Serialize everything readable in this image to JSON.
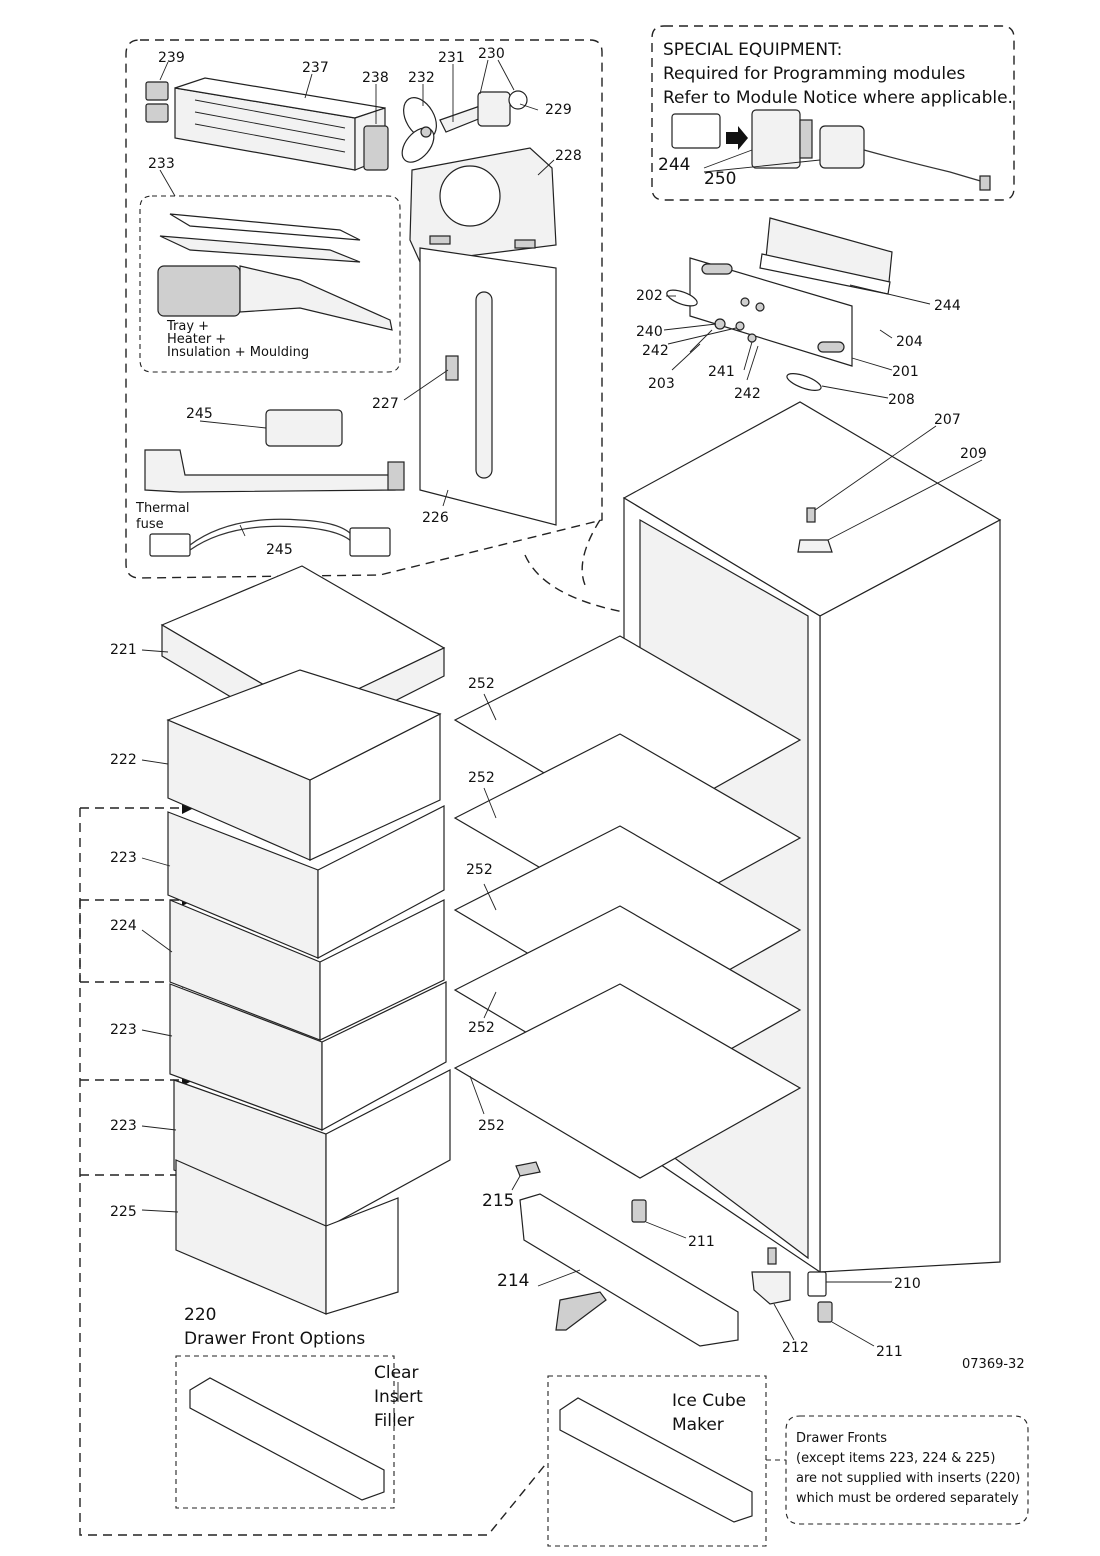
{
  "special_equipment": {
    "title": "SPECIAL EQUIPMENT:",
    "line1": "Required for Programming modules",
    "line2": "Refer to Module Notice where applicable."
  },
  "note_tray": {
    "line1": "Tray +",
    "line2": "Heater +",
    "line3": "Insulation + Moulding"
  },
  "note_thermal": {
    "line1": "Thermal",
    "line2": "fuse"
  },
  "drawer_options": {
    "number": "220",
    "title": "Drawer Front Options",
    "clear_1": "Clear",
    "clear_2": "Insert",
    "clear_3": "Filler",
    "ice_1": "Ice Cube",
    "ice_2": "Maker"
  },
  "drawer_note": {
    "line1": "Drawer Fronts",
    "line2": "(except items 223, 224 & 225)",
    "line3": "are not supplied with inserts (220)",
    "line4": "which must be ordered separately"
  },
  "drawing_number": "07369-32",
  "callouts": {
    "c239": "239",
    "c237": "237",
    "c238": "238",
    "c232": "232",
    "c231": "231",
    "c230": "230",
    "c229": "229",
    "c228": "228",
    "c233": "233",
    "c227": "227",
    "c245a": "245",
    "c245b": "245",
    "c226": "226",
    "c244a": "244",
    "c250": "250",
    "c244b": "244",
    "c202": "202",
    "c240": "240",
    "c242a": "242",
    "c203": "203",
    "c241": "241",
    "c242b": "242",
    "c204": "204",
    "c201": "201",
    "c208": "208",
    "c207": "207",
    "c209": "209",
    "c221": "221",
    "c222": "222",
    "c223a": "223",
    "c224": "224",
    "c223b": "223",
    "c223c": "223",
    "c225": "225",
    "c252a": "252",
    "c252b": "252",
    "c252c": "252",
    "c252d": "252",
    "c252e": "252",
    "c215": "215",
    "c214": "214",
    "c211a": "211",
    "c211b": "211",
    "c212": "212",
    "c210": "210"
  }
}
